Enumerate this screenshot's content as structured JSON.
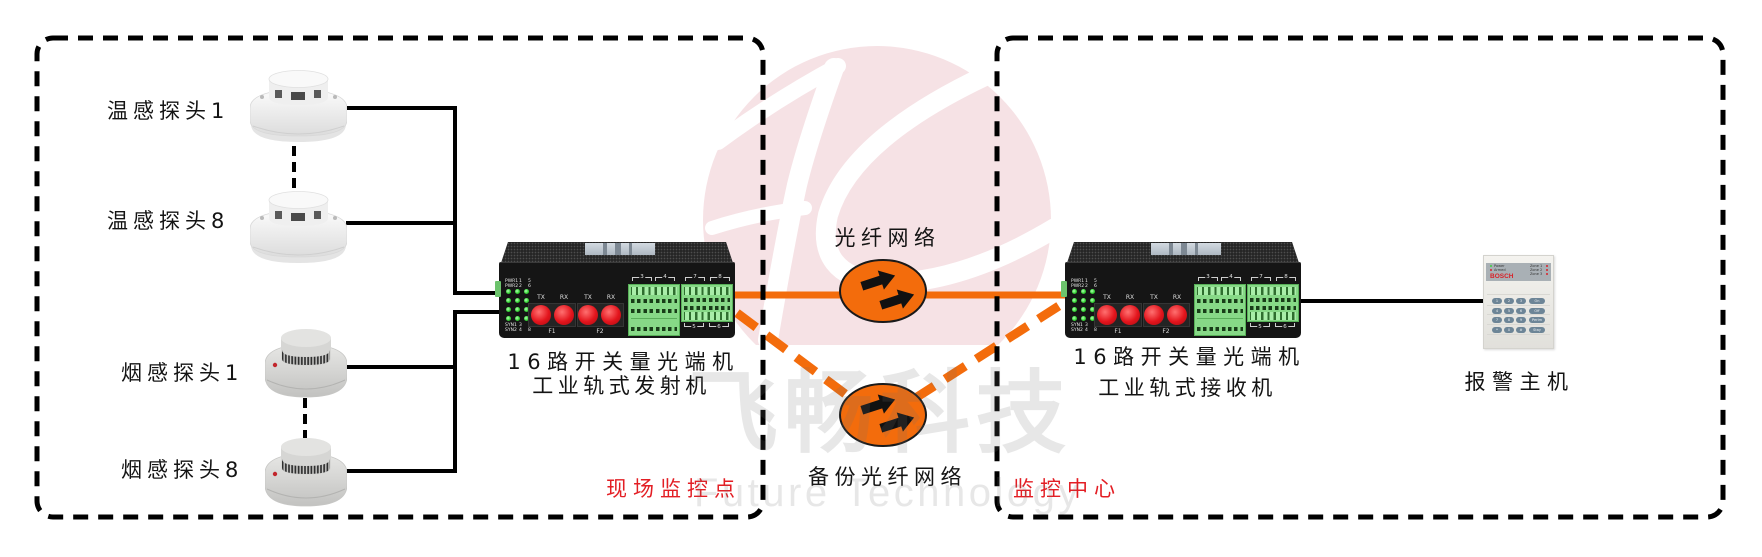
{
  "zones": {
    "site": {
      "label": "现场监控点"
    },
    "control_center": {
      "label": "监控中心"
    }
  },
  "sensors": {
    "temperature": [
      {
        "label": "温感探头1"
      },
      {
        "label": "温感探头8"
      }
    ],
    "smoke": [
      {
        "label": "烟感探头1"
      },
      {
        "label": "烟感探头8"
      }
    ]
  },
  "transmitter": {
    "title": "16路开关量光端机",
    "subtitle": "工业轨式发射机"
  },
  "receiver": {
    "title": "16路开关量光端机",
    "subtitle": "工业轨式接收机"
  },
  "device_panel": {
    "status_rows": [
      {
        "name": "PWR1",
        "a": "1",
        "b": "5"
      },
      {
        "name": "PWR2",
        "a": "2",
        "b": "6"
      },
      {
        "name": "SYN1",
        "a": "3",
        "b": "7"
      },
      {
        "name": "SYN2",
        "a": "4",
        "b": "8"
      }
    ],
    "ports": [
      "TX",
      "RX",
      "TX",
      "RX"
    ],
    "port_groups": [
      "F1",
      "F2"
    ],
    "terminals_top": [
      "3",
      "4",
      "7",
      "8"
    ],
    "terminals_bottom": [
      "5",
      "6"
    ]
  },
  "networks": {
    "primary": {
      "label": "光纤网络"
    },
    "backup": {
      "label": "备份光纤网络"
    }
  },
  "alarm_host": {
    "label": "报警主机",
    "brand": "BOSCH",
    "indicators": [
      "Power",
      "Armed"
    ],
    "zones": [
      "Zone 1",
      "Zone 2",
      "Zone 3"
    ],
    "keys": [
      "1",
      "2",
      "3",
      "On",
      "4",
      "5",
      "6",
      "Off",
      "7",
      "8",
      "9",
      "Perim",
      "*",
      "0",
      "#",
      "Stay"
    ]
  },
  "watermark": {
    "cn": "飞畅科技",
    "en": "Future Technology"
  },
  "colors": {
    "fiber": "#f36c0c",
    "zone_label": "#e31e24",
    "wiring": "#000000",
    "zone_border": "#000000",
    "logo": "#f6e2e5",
    "status_led": "#3ddc3d",
    "fiber_port": "#e3141c",
    "terminal_block": "#87d987"
  }
}
